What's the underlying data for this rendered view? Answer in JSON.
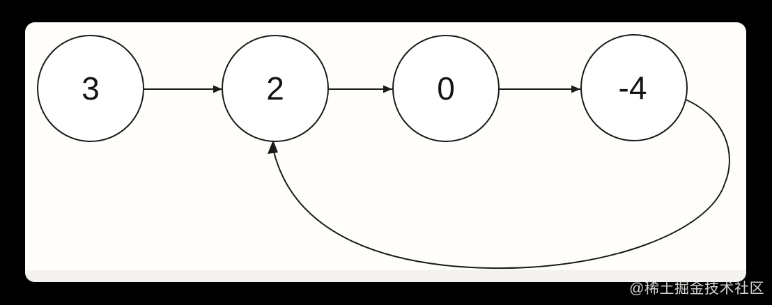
{
  "scene": {
    "background_color": "#000000",
    "panel_color": "#fffefb",
    "panel_bottom_strip_color": "#f3f2ee",
    "stroke_color": "#1a1a1a",
    "label_color": "#141414"
  },
  "diagram": {
    "type": "linked-list-cycle",
    "nodes": [
      {
        "label": "3"
      },
      {
        "label": "2"
      },
      {
        "label": "0"
      },
      {
        "label": "-4"
      }
    ],
    "edges": [
      {
        "from": "3",
        "to": "2",
        "style": "straight"
      },
      {
        "from": "2",
        "to": "0",
        "style": "straight"
      },
      {
        "from": "0",
        "to": "-4",
        "style": "straight"
      },
      {
        "from": "-4",
        "to": "2",
        "style": "curved-cycle"
      }
    ]
  },
  "watermark": {
    "text": "@稀土掘金技术社区"
  }
}
